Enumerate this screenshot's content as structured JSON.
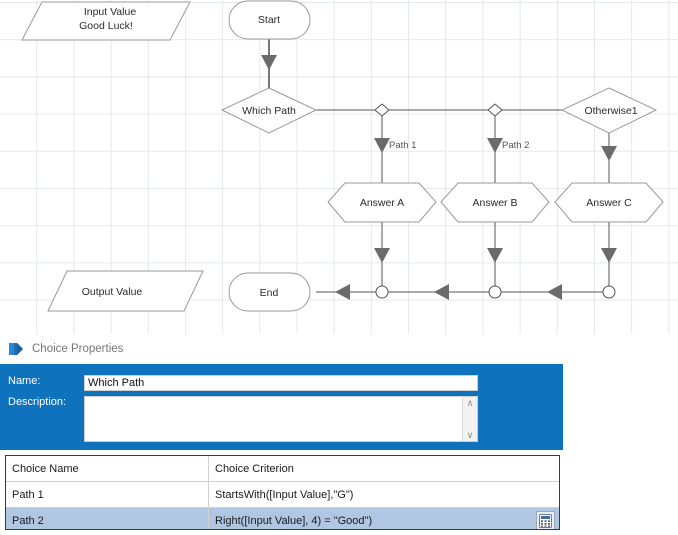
{
  "canvas": {
    "nodes": [
      {
        "id": "input-value",
        "type": "parallelogram",
        "label_line1": "Input Value",
        "label_line2": "Good Luck!"
      },
      {
        "id": "start",
        "type": "terminator",
        "label": "Start"
      },
      {
        "id": "which-path",
        "type": "decision",
        "label": "Which Path"
      },
      {
        "id": "otherwise1",
        "type": "decision",
        "label": "Otherwise1"
      },
      {
        "id": "answer-a",
        "type": "hexagon",
        "label": "Answer A"
      },
      {
        "id": "answer-b",
        "type": "hexagon",
        "label": "Answer B"
      },
      {
        "id": "answer-c",
        "type": "hexagon",
        "label": "Answer C"
      },
      {
        "id": "output-value",
        "type": "parallelogram",
        "label": "Output Value"
      },
      {
        "id": "end",
        "type": "terminator",
        "label": "End"
      }
    ],
    "connector_labels": [
      {
        "id": "path-1",
        "label": "Path 1"
      },
      {
        "id": "path-2",
        "label": "Path 2"
      }
    ],
    "grid_color": "#e4e8ee",
    "line_color": "#555555"
  },
  "properties_header": {
    "title": "Choice Properties",
    "icon": "flag-icon"
  },
  "properties_panel": {
    "accent_color": "#0f72bd",
    "name_label": "Name:",
    "name_value": "Which Path",
    "name_placeholder": "",
    "description_label": "Description:",
    "description_value": "",
    "description_placeholder": "",
    "scroll_up_glyph": "∧",
    "scroll_down_glyph": "∨"
  },
  "choice_grid": {
    "columns": [
      "Choice Name",
      "Choice Criterion"
    ],
    "rows": [
      {
        "name": "Path 1",
        "criterion": "StartsWith([Input Value],\"G\")",
        "selected": false,
        "has_calc_button": false
      },
      {
        "name": "Path 2",
        "criterion": "Right([Input Value], 4) = \"Good\")",
        "selected": true,
        "has_calc_button": true
      }
    ],
    "selected_row_color": "#afc7e3",
    "calc_button_icon": "calculator-icon"
  }
}
